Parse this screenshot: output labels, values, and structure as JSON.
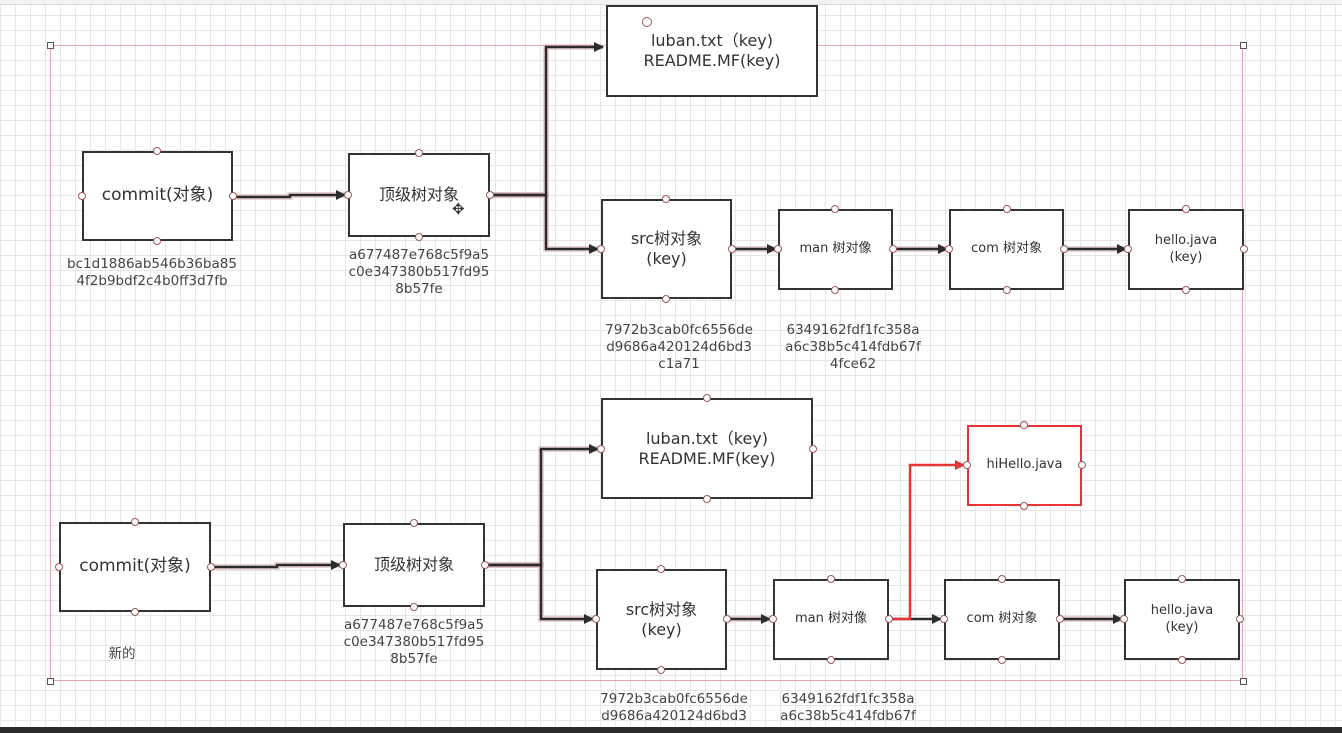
{
  "diagram": {
    "top": {
      "commit": {
        "label": "commit(对象)",
        "hash": "bc1d1886ab546b36ba85\n4f2b9bdf2c4b0ff3d7fb"
      },
      "root_tree": {
        "label": "顶级树对象",
        "hash": "a677487e768c5f9a5\nc0e347380b517fd95\n8b57fe"
      },
      "files": {
        "label": "luban.txt（key)\nREADME.MF(key)"
      },
      "src_tree": {
        "label": "src树对象\n(key)",
        "hash": "7972b3cab0fc6556de\nd9686a420124d6bd3\nc1a71"
      },
      "man_tree": {
        "label": "man 树对像",
        "hash": "6349162fdf1fc358a\na6c38b5c414fdb67f\n4fce62"
      },
      "com_tree": {
        "label": "com 树对象"
      },
      "hello": {
        "label": "hello.java\n(key)"
      }
    },
    "bottom": {
      "commit": {
        "label": "commit(对象)",
        "note": "新的"
      },
      "root_tree": {
        "label": "顶级树对象",
        "hash": "a677487e768c5f9a5\nc0e347380b517fd95\n8b57fe"
      },
      "files": {
        "label": "luban.txt（key)\nREADME.MF(key)"
      },
      "src_tree": {
        "label": "src树对象\n(key)",
        "hash": "7972b3cab0fc6556de\nd9686a420124d6bd3"
      },
      "man_tree": {
        "label": "man 树对像",
        "hash": "6349162fdf1fc358a\na6c38b5c414fdb67f"
      },
      "hihello": {
        "label": "hiHello.java"
      },
      "com_tree": {
        "label": "com 树对象"
      },
      "hello": {
        "label": "hello.java\n(key)"
      }
    }
  },
  "colors": {
    "border": "#333333",
    "highlight": "#e53535",
    "selection": "#e3a9ae",
    "wire_glow": "#c9a0a0"
  }
}
